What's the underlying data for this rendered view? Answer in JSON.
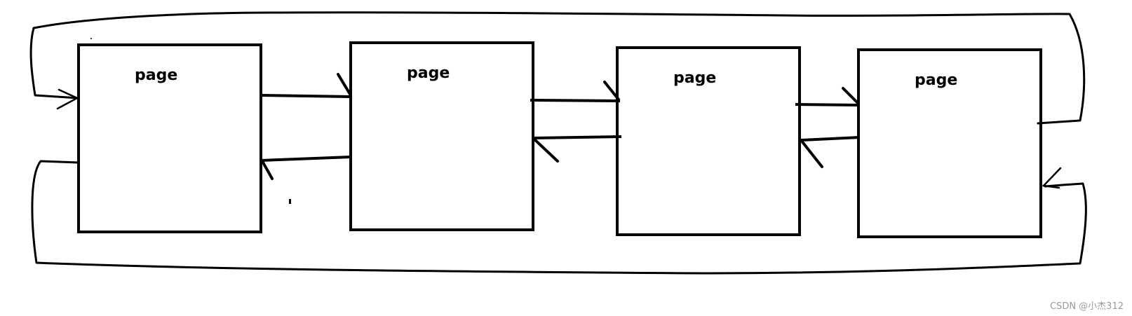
{
  "pages": [
    {
      "label": "page"
    },
    {
      "label": "page"
    },
    {
      "label": "page"
    },
    {
      "label": "page"
    }
  ],
  "watermark": "CSDN @小杰312",
  "colors": {
    "stroke": "#000000",
    "background": "#ffffff",
    "watermark": "#9a9a9a"
  }
}
